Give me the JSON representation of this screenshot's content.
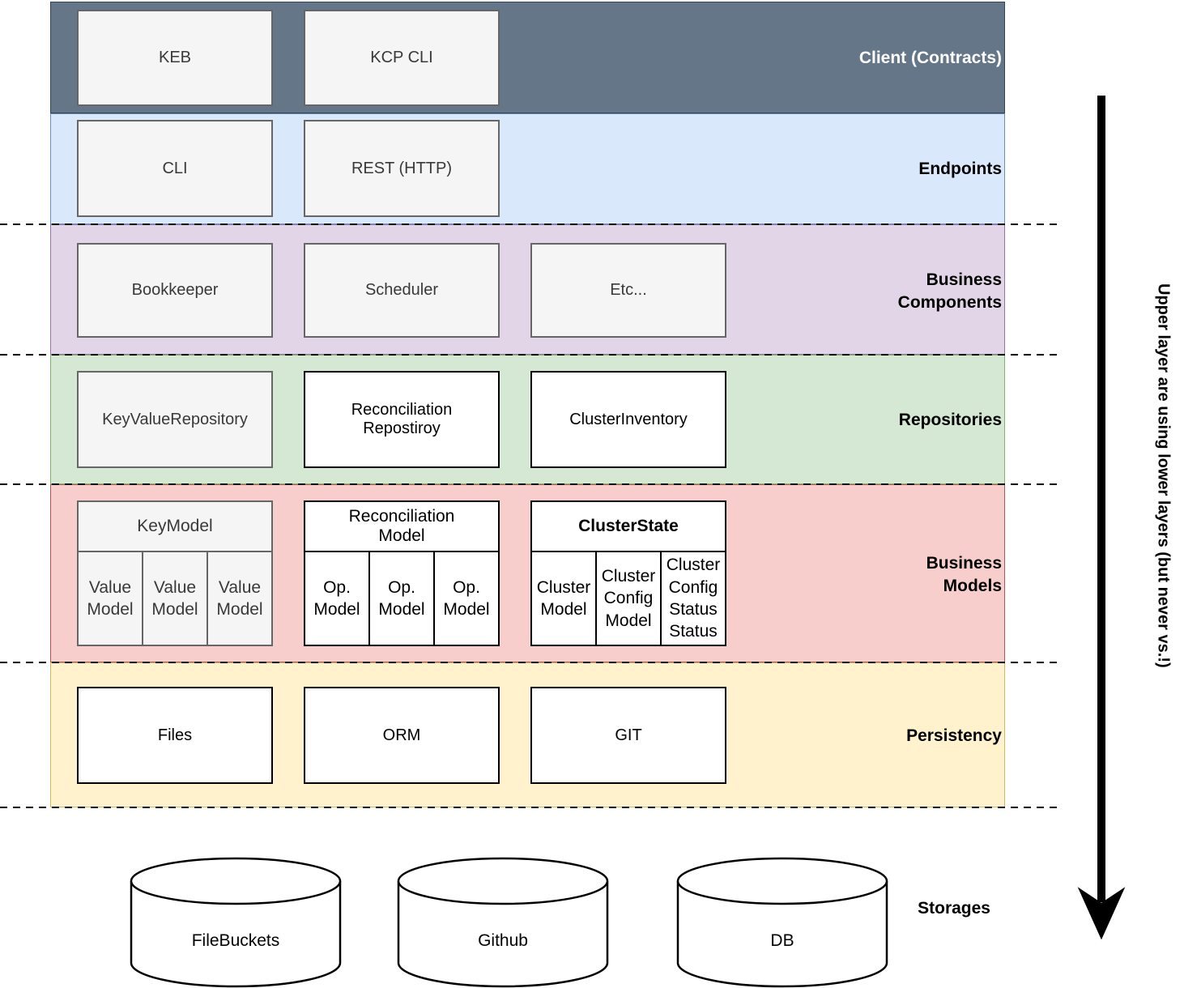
{
  "side_note": "Upper layer are using lower layers (but never vs.!)",
  "layers": [
    {
      "label": "Client (Contracts)",
      "boxes": [
        {
          "label": "KEB"
        },
        {
          "label": "KCP CLI"
        }
      ]
    },
    {
      "label": "Endpoints",
      "boxes": [
        {
          "label": "CLI"
        },
        {
          "label": "REST (HTTP)"
        }
      ]
    },
    {
      "label": "Business Components",
      "boxes": [
        {
          "label": "Bookkeeper"
        },
        {
          "label": "Scheduler"
        },
        {
          "label": "Etc..."
        }
      ]
    },
    {
      "label": "Repositories",
      "boxes": [
        {
          "label": "KeyValueRepository"
        },
        {
          "label": "Reconciliation Repostiroy"
        },
        {
          "label": "ClusterInventory"
        }
      ]
    },
    {
      "label": "Business Models",
      "tables": [
        {
          "title": "KeyModel",
          "cells": [
            "Value Model",
            "Value Model",
            "Value Model"
          ]
        },
        {
          "title": "Reconciliation Model",
          "cells": [
            "Op. Model",
            "Op. Model",
            "Op. Model"
          ]
        },
        {
          "title": "ClusterState",
          "cells": [
            "Cluster Model",
            "Cluster Config Model",
            "Cluster Config Status Status"
          ]
        }
      ]
    },
    {
      "label": "Persistency",
      "boxes": [
        {
          "label": "Files"
        },
        {
          "label": "ORM"
        },
        {
          "label": "GIT"
        }
      ]
    }
  ],
  "storages": {
    "label": "Storages",
    "cylinders": [
      {
        "label": "FileBuckets"
      },
      {
        "label": "Github"
      },
      {
        "label": "DB"
      }
    ]
  },
  "colors": {
    "client_fill": "#647687",
    "client_stroke": "#314354",
    "client_text": "#ffffff",
    "endpoints_fill": "#dae8fc",
    "endpoints_stroke": "#6c8ebf",
    "business_components_fill": "#e1d5e7",
    "business_components_stroke": "#9673a6",
    "repositories_fill": "#d5e8d4",
    "repositories_stroke": "#82b366",
    "business_models_fill": "#f8cecc",
    "business_models_stroke": "#b85450",
    "persistency_fill": "#fff2cc",
    "persistency_stroke": "#d6b656",
    "gray_box_fill": "#f5f5f5",
    "gray_box_stroke": "#666666",
    "white_box_fill": "#ffffff",
    "white_box_stroke": "#000000",
    "arrow": "#000000"
  }
}
